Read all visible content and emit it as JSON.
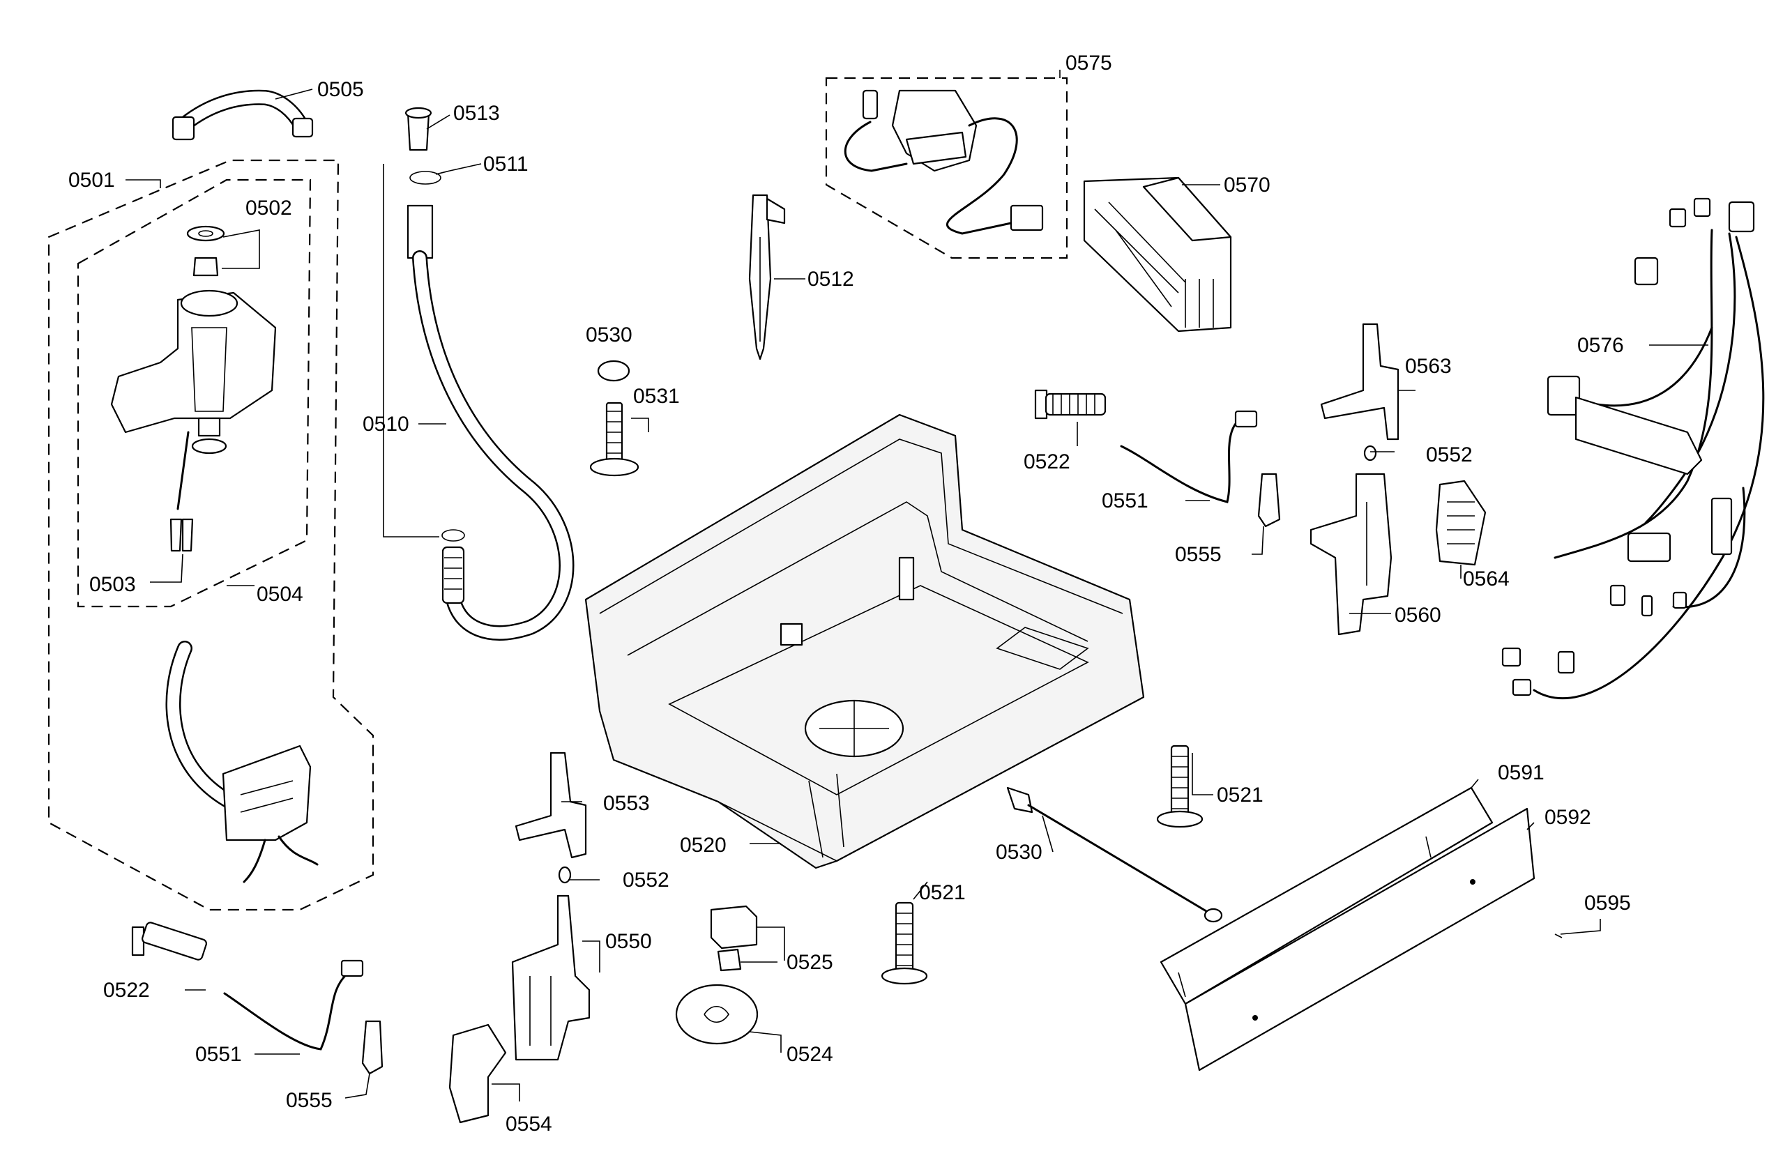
{
  "labels": {
    "l0505": "0505",
    "l0513": "0513",
    "l0511": "0511",
    "l0501": "0501",
    "l0502": "0502",
    "l0503": "0503",
    "l0504": "0504",
    "l0510": "0510",
    "l0575": "0575",
    "l0570": "0570",
    "l0512": "0512",
    "l0530a": "0530",
    "l0531": "0531",
    "l0522a": "0522",
    "l0551a": "0551",
    "l0555a": "0555",
    "l0563": "0563",
    "l0552a": "0552",
    "l0564": "0564",
    "l0560": "0560",
    "l0576": "0576",
    "l0553": "0553",
    "l0552b": "0552",
    "l0520": "0520",
    "l0521a": "0521",
    "l0530b": "0530",
    "l0591": "0591",
    "l0592": "0592",
    "l0595": "0595",
    "l0521b": "0521",
    "l0550": "0550",
    "l0525": "0525",
    "l0524": "0524",
    "l0522b": "0522",
    "l0551b": "0551",
    "l0555b": "0555",
    "l0554": "0554"
  }
}
